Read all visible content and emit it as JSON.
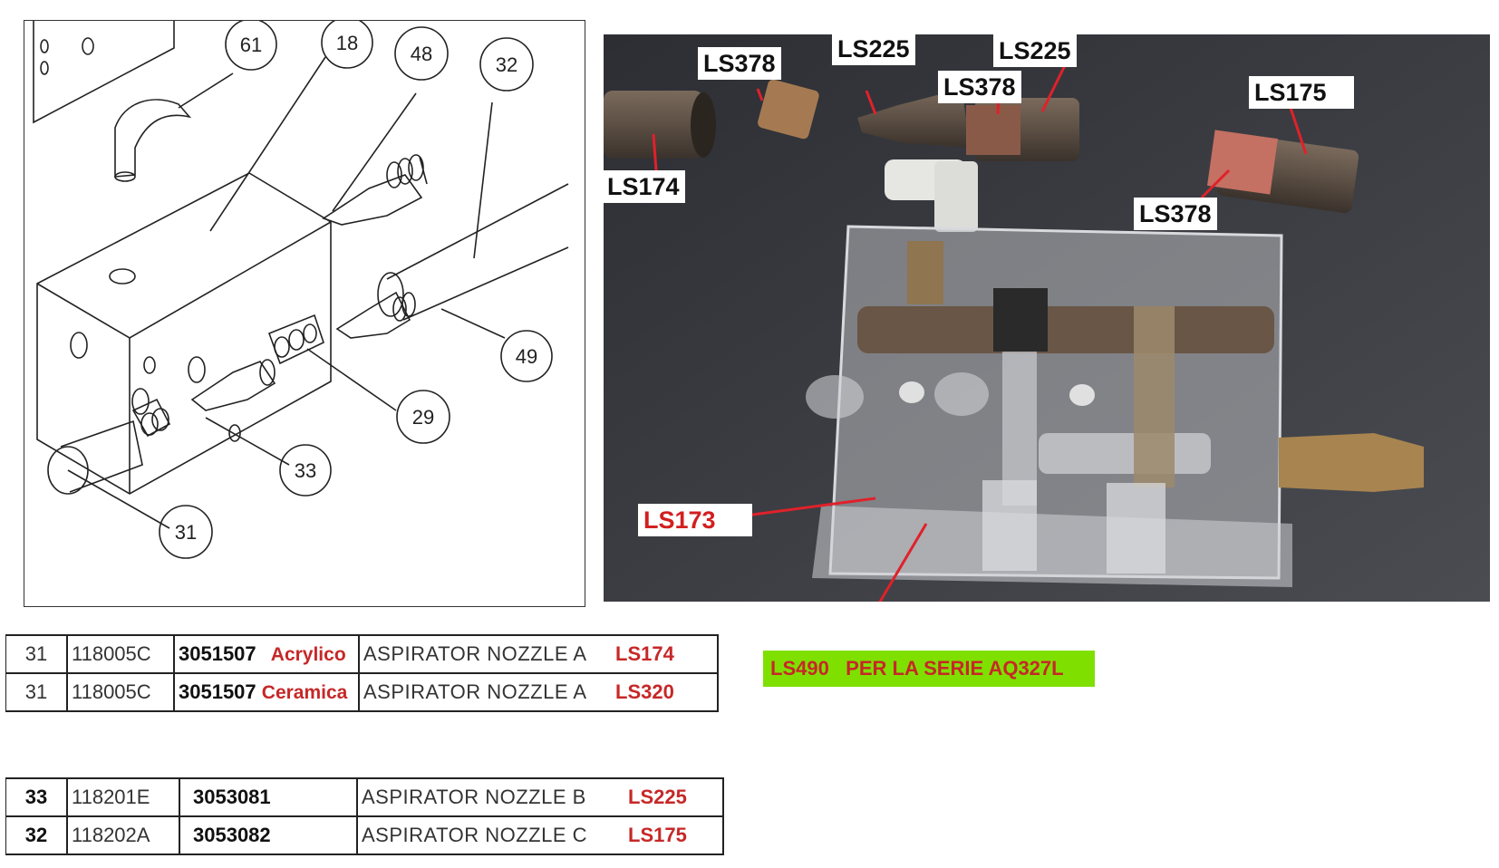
{
  "diagram": {
    "balloons": [
      "61",
      "18",
      "48",
      "32",
      "49",
      "29",
      "33",
      "31"
    ]
  },
  "photo": {
    "callouts": {
      "ls174": "LS174",
      "ls378_a": "LS378",
      "ls225_a": "LS225",
      "ls225_b": "LS225",
      "ls378_b": "LS378",
      "ls175": "LS175",
      "ls378_c": "LS378",
      "ls173": "LS173"
    }
  },
  "table1": {
    "rows": [
      {
        "pos": "31",
        "ref": "118005C",
        "code": "3051507",
        "material": "Acrylico",
        "desc": "ASPIRATOR NOZZLE A",
        "ls": "LS174"
      },
      {
        "pos": "31",
        "ref": "118005C",
        "code": "3051507",
        "material": "Ceramica",
        "desc": "ASPIRATOR NOZZLE A",
        "ls": "LS320"
      }
    ]
  },
  "table2": {
    "rows": [
      {
        "pos": "33",
        "ref": "118201E",
        "code": "3053081",
        "desc": "ASPIRATOR NOZZLE B",
        "ls": "LS225"
      },
      {
        "pos": "32",
        "ref": "118202A",
        "code": "3053082",
        "desc": "ASPIRATOR NOZZLE C",
        "ls": "LS175"
      }
    ]
  },
  "note": {
    "text": "LS490   PER LA SERIE AQ327L"
  },
  "colors": {
    "accent_red": "#c62828",
    "highlight_green": "#7fe000"
  }
}
